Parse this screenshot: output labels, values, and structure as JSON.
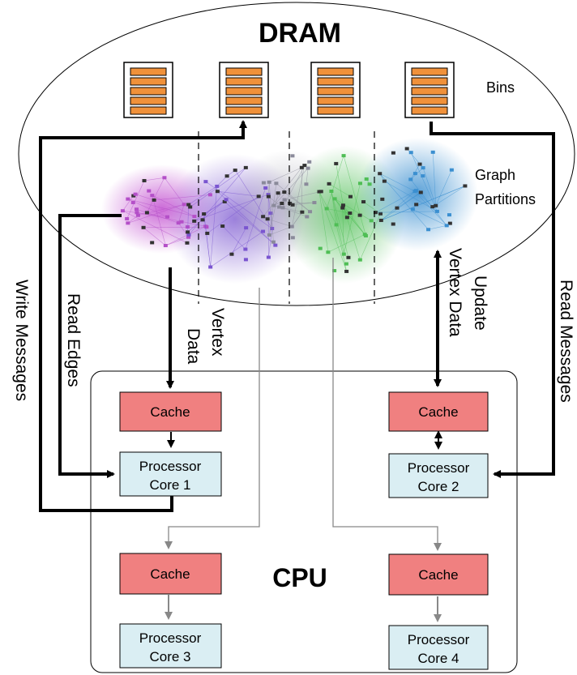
{
  "dram": {
    "title": "DRAM",
    "bins_label": "Bins",
    "partitions_label_line1": "Graph",
    "partitions_label_line2": "Partitions"
  },
  "cpu": {
    "title": "CPU"
  },
  "caches": [
    {
      "label": "Cache"
    },
    {
      "label": "Cache"
    },
    {
      "label": "Cache"
    },
    {
      "label": "Cache"
    }
  ],
  "cores": [
    {
      "line1": "Processor",
      "line2": "Core 1"
    },
    {
      "line1": "Processor",
      "line2": "Core 2"
    },
    {
      "line1": "Processor",
      "line2": "Core 3"
    },
    {
      "line1": "Processor",
      "line2": "Core 4"
    }
  ],
  "flows": {
    "write_messages": "Write Messages",
    "read_edges": "Read Edges",
    "vertex_data_line1": "Vertex",
    "vertex_data_line2": "Data",
    "update_line1": "Update",
    "update_line2": "Vertex Data",
    "read_messages": "Read Messages"
  },
  "colors": {
    "bin_fill": "#f0913a",
    "bin_border": "#000000",
    "cache_fill": "#f08080",
    "core_fill": "#daeef3",
    "partition_purple": "#b44fc8",
    "partition_violet": "#7a55d0",
    "partition_green": "#4fbe55",
    "partition_blue": "#3b8fd0",
    "thin_line": "#888888"
  }
}
